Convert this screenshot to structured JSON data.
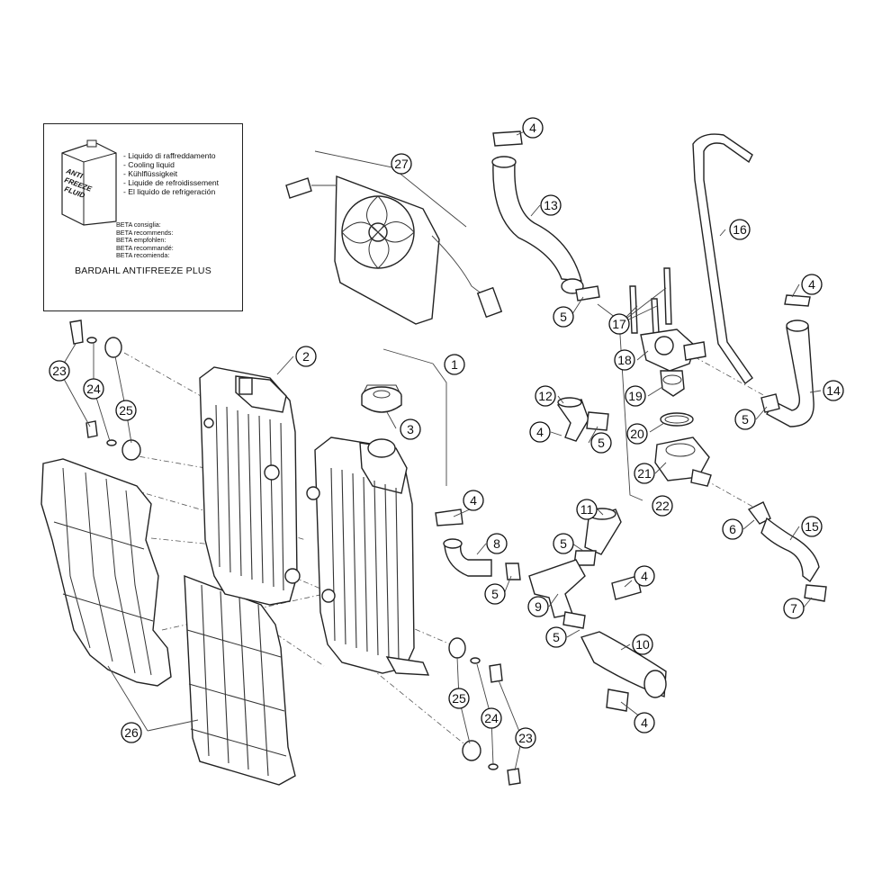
{
  "info_box": {
    "can_label": [
      "ANTI",
      "FREEZE",
      "FLUID"
    ],
    "liquid_names": [
      "- Liquido di raffreddamento",
      "- Cooling liquid",
      "- Kühlflüssigkeit",
      "- Liquide de refroidissement",
      "- El liquido de refrigeración"
    ],
    "recommendations": [
      "BETA consiglia:",
      "BETA recommends:",
      "BETA empfohlen:",
      "BETA recommandé:",
      "BETA recomienda:"
    ],
    "product": "BARDAHL ANTIFREEZE PLUS"
  },
  "callouts": [
    {
      "label": "1"
    },
    {
      "label": "2"
    },
    {
      "label": "3"
    },
    {
      "label": "4"
    },
    {
      "label": "4"
    },
    {
      "label": "4"
    },
    {
      "label": "4"
    },
    {
      "label": "4"
    },
    {
      "label": "4"
    },
    {
      "label": "5"
    },
    {
      "label": "5"
    },
    {
      "label": "5"
    },
    {
      "label": "5"
    },
    {
      "label": "5"
    },
    {
      "label": "5"
    },
    {
      "label": "6"
    },
    {
      "label": "7"
    },
    {
      "label": "8"
    },
    {
      "label": "9"
    },
    {
      "label": "10"
    },
    {
      "label": "11"
    },
    {
      "label": "12"
    },
    {
      "label": "13"
    },
    {
      "label": "14"
    },
    {
      "label": "15"
    },
    {
      "label": "16"
    },
    {
      "label": "17"
    },
    {
      "label": "18"
    },
    {
      "label": "19"
    },
    {
      "label": "20"
    },
    {
      "label": "21"
    },
    {
      "label": "22"
    },
    {
      "label": "23"
    },
    {
      "label": "23"
    },
    {
      "label": "24"
    },
    {
      "label": "24"
    },
    {
      "label": "25"
    },
    {
      "label": "25"
    },
    {
      "label": "26"
    },
    {
      "label": "27"
    }
  ]
}
